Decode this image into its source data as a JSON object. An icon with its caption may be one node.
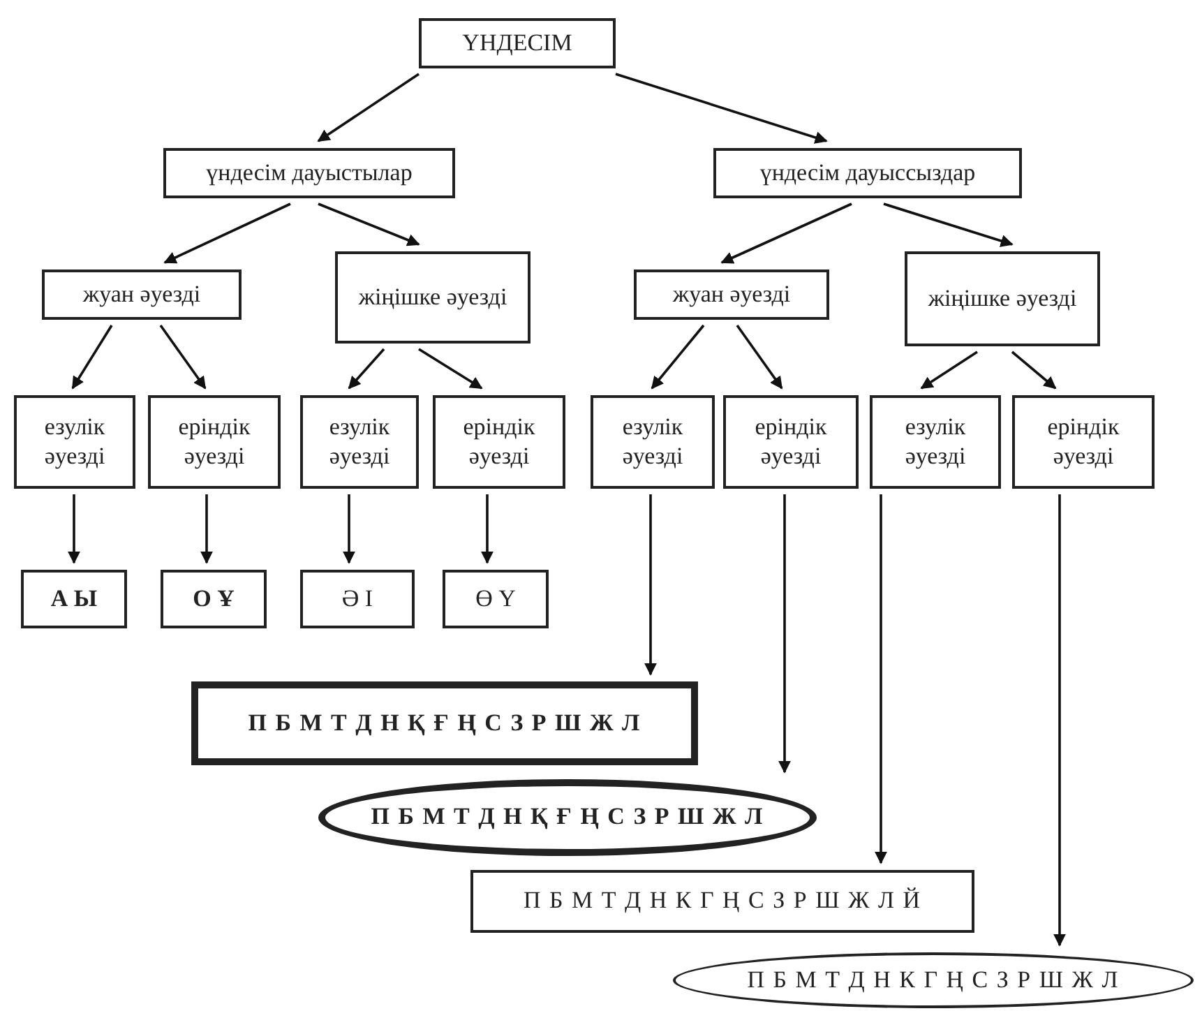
{
  "diagram": {
    "nodes": [
      {
        "text": [
          "ҮНДЕСІМ"
        ]
      },
      {
        "text": [
          "үндесім дауыстылар"
        ]
      },
      {
        "text": [
          "үндесім дауыссыздар"
        ]
      },
      {
        "text": [
          "жуан әуезді"
        ]
      },
      {
        "text": [
          "жіңішке әуезді"
        ]
      },
      {
        "text": [
          "жуан әуезді"
        ]
      },
      {
        "text": [
          "жіңішке әуезді"
        ]
      },
      {
        "text": [
          "езулік әуезді"
        ]
      },
      {
        "text": [
          "еріндік әуезді"
        ]
      },
      {
        "text": [
          "езулік әуезді"
        ]
      },
      {
        "text": [
          "еріндік әуезді"
        ]
      },
      {
        "text": [
          "езулік әуезді"
        ]
      },
      {
        "text": [
          "еріндік әуезді"
        ]
      },
      {
        "text": [
          "езулік әуезді"
        ]
      },
      {
        "text": [
          "еріндік әуезді"
        ]
      },
      {
        "text": [
          "А Ы"
        ]
      },
      {
        "text": [
          "О Ұ"
        ]
      },
      {
        "text": [
          "Ә І"
        ]
      },
      {
        "text": [
          "Ө Ү"
        ]
      },
      {
        "text": [
          "П Б М Т Д Н Қ Ғ Ң С З Р Ш Ж Л"
        ]
      },
      {
        "text": [
          "П Б М Т Д Н Қ Ғ Ң С З Р Ш Ж Л"
        ]
      },
      {
        "text": [
          "П Б М Т Д Н К Г Ң С З Р Ш Ж Л Й"
        ]
      },
      {
        "text": [
          "П Б М Т Д Н К Г Ң С З Р Ш Ж Л"
        ]
      }
    ],
    "edges": [
      {
        "from": 0,
        "to": 1,
        "arrow": "to"
      },
      {
        "from": 0,
        "to": 2,
        "arrow": "to"
      },
      {
        "from": 1,
        "to": 3,
        "arrow": "to"
      },
      {
        "from": 1,
        "to": 4,
        "arrow": "to"
      },
      {
        "from": 2,
        "to": 5,
        "arrow": "to"
      },
      {
        "from": 2,
        "to": 6,
        "arrow": "to"
      },
      {
        "from": 3,
        "to": 7,
        "arrow": "to"
      },
      {
        "from": 3,
        "to": 8,
        "arrow": "to"
      },
      {
        "from": 4,
        "to": 9,
        "arrow": "to"
      },
      {
        "from": 4,
        "to": 10,
        "arrow": "to"
      },
      {
        "from": 5,
        "to": 11,
        "arrow": "to"
      },
      {
        "from": 5,
        "to": 12,
        "arrow": "to"
      },
      {
        "from": 6,
        "to": 13,
        "arrow": "to"
      },
      {
        "from": 6,
        "to": 14,
        "arrow": "to"
      },
      {
        "from": 7,
        "to": 15,
        "arrow": "to"
      },
      {
        "from": 8,
        "to": 16,
        "arrow": "to"
      },
      {
        "from": 9,
        "to": 17,
        "arrow": "to"
      },
      {
        "from": 10,
        "to": 18,
        "arrow": "to"
      },
      {
        "from": 11,
        "to": 19,
        "arrow": "to"
      },
      {
        "from": 12,
        "to": 20,
        "arrow": "to"
      },
      {
        "from": 13,
        "to": 21,
        "arrow": "to"
      },
      {
        "from": 14,
        "to": 22,
        "arrow": "to"
      }
    ]
  }
}
